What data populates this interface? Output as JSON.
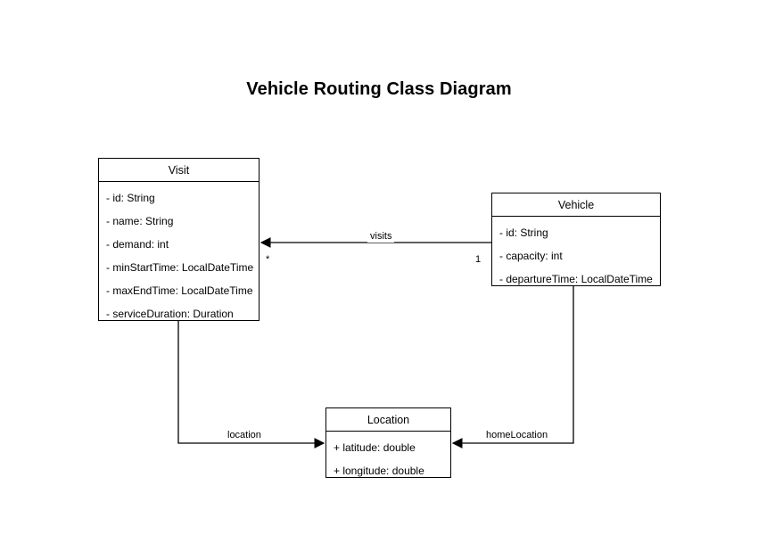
{
  "diagram": {
    "title": "Vehicle Routing Class Diagram",
    "type": "uml-class-diagram",
    "background_color": "#ffffff",
    "line_color": "#000000",
    "text_color": "#000000",
    "classes": [
      {
        "id": "visit",
        "name": "Visit",
        "attributes": [
          "- id: String",
          "- name: String",
          "- demand: int",
          "- minStartTime: LocalDateTime",
          "- maxEndTime: LocalDateTime",
          "- serviceDuration: Duration"
        ]
      },
      {
        "id": "vehicle",
        "name": "Vehicle",
        "attributes": [
          "- id: String",
          "- capacity: int",
          "- departureTime: LocalDateTime"
        ]
      },
      {
        "id": "location",
        "name": "Location",
        "attributes": [
          "+ latitude: double",
          "+ longitude: double"
        ]
      }
    ],
    "relationships": [
      {
        "id": "visits",
        "label": "visits",
        "from": "Vehicle",
        "to": "Visit",
        "source_multiplicity": "1",
        "target_multiplicity": "*"
      },
      {
        "id": "location",
        "label": "location",
        "from": "Visit",
        "to": "Location",
        "source_multiplicity": "",
        "target_multiplicity": ""
      },
      {
        "id": "homeLocation",
        "label": "homeLocation",
        "from": "Vehicle",
        "to": "Location",
        "source_multiplicity": "",
        "target_multiplicity": ""
      }
    ]
  }
}
